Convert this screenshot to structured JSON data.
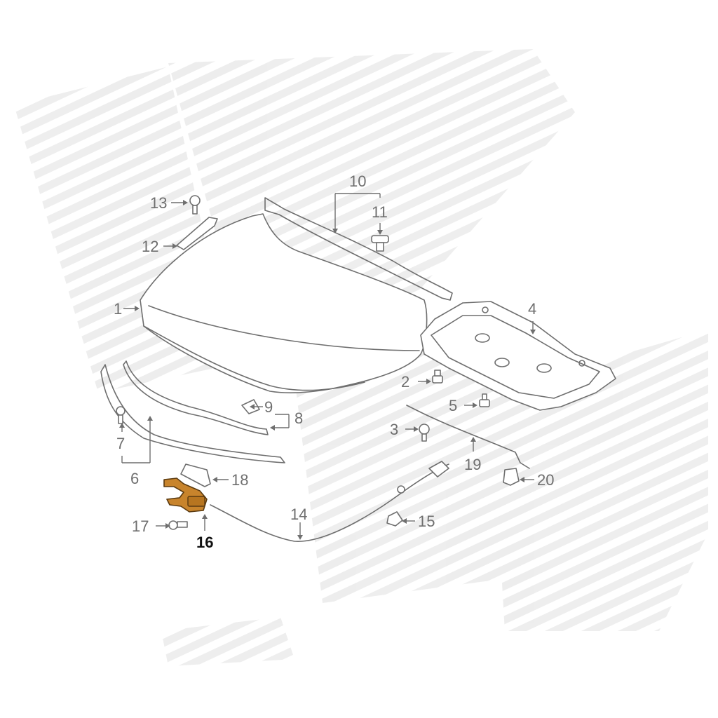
{
  "diagram": {
    "callouts": [
      {
        "id": "1",
        "label": "1"
      },
      {
        "id": "2",
        "label": "2"
      },
      {
        "id": "3",
        "label": "3"
      },
      {
        "id": "4",
        "label": "4"
      },
      {
        "id": "5",
        "label": "5"
      },
      {
        "id": "6",
        "label": "6"
      },
      {
        "id": "7",
        "label": "7"
      },
      {
        "id": "8",
        "label": "8"
      },
      {
        "id": "9",
        "label": "9"
      },
      {
        "id": "10",
        "label": "10"
      },
      {
        "id": "11",
        "label": "11"
      },
      {
        "id": "12",
        "label": "12"
      },
      {
        "id": "13",
        "label": "13"
      },
      {
        "id": "14",
        "label": "14"
      },
      {
        "id": "15",
        "label": "15"
      },
      {
        "id": "16",
        "label": "16"
      },
      {
        "id": "17",
        "label": "17"
      },
      {
        "id": "18",
        "label": "18"
      },
      {
        "id": "19",
        "label": "19"
      },
      {
        "id": "20",
        "label": "20"
      }
    ],
    "highlighted_part": "16",
    "colors": {
      "line": "#6f6f6f",
      "highlight_fill": "#c8842c",
      "highlight_stroke": "#5a3a10",
      "watermark": "#e9e9e9",
      "background": "#ffffff"
    }
  }
}
